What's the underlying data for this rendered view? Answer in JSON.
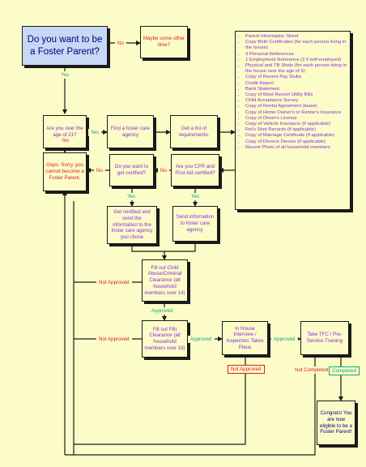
{
  "nodes": {
    "start": "Do you want to be a Foster Parent?",
    "maybe": "Maybe some other time?",
    "age": "Are you over the age of 21?",
    "find_agency": "Find a foster care agency",
    "get_list": "Get a list of requirements.",
    "oops": "Oops. Sorry, you cannot become a Foster Parent.",
    "want_cert": "Do you want to get certified?",
    "cpr": "Are you CPR and First Aid certified?",
    "get_cert": "Get certified and send the information to the foster care agency you chose",
    "send_info": "Send information to foster care agency.",
    "child_abuse": "Fill out Child Abuse/Criminal Clearance (all household members over 14)",
    "fbi": "Fill out FBI Clearance (all household members over 18)",
    "inspection": "In House Interview / Inspection Takes Place",
    "tfc": "Take TFC / Pre-Service Training",
    "congrats": "Congrats! You are now eligible to be a Foster Parent!"
  },
  "requirements": [
    "Parent Information Sheet",
    "Copy Birth Certificates (for each person living in the house)",
    "3 Personal References",
    "1 Employment Reference (2 if self-employed)",
    "Physical and TB Shots (for each person living in the house over the age of 5)",
    "Copy of Recent Pay Stubs",
    "Credit Report",
    "Bank Statement",
    "Copy of Most Recent Utility Bills",
    "Child Acceptance Survey",
    "Copy of Rental Agreement (lease)",
    "Copy of Home Owner's or Renter's Insurance",
    "Copy of Driver's License",
    "Copy of Vehicle Insurance (if applicable)",
    "Pet's Shot Records (if applicable)",
    "Copy of Marriage Certificate (if applicable)",
    "Copy of Divorce Decree (if applicable)",
    "Recent Photo of all household members"
  ],
  "labels": {
    "no": "No",
    "yes": "Yes",
    "approved": "Approved",
    "not_approved": "Not Approved",
    "not_completed": "Not Completed",
    "completed": "Completed"
  },
  "colors": {
    "background": "#fcfcc8",
    "start_fill": "#c8d8f4",
    "purple_text": "#8a2be2",
    "red_text": "#d91e1e",
    "green_text": "#12a87c"
  }
}
